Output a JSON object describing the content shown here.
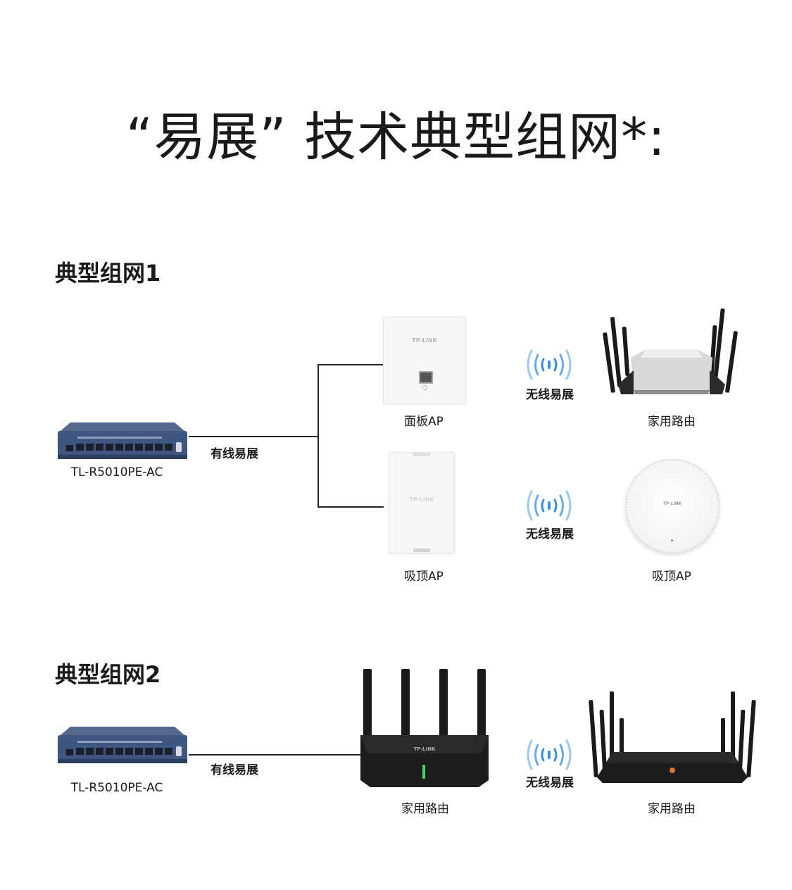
{
  "page": {
    "title": "“易展” 技术典型组网*:"
  },
  "topology1": {
    "heading": "典型组网1",
    "switch_label": "TL-R5010PE-AC",
    "wired_label": "有线易展",
    "brand": "TP-LINK",
    "panel_ap_label": "面板AP",
    "ceiling_ap_label": "吸顶AP",
    "wireless_label_top": "无线易展",
    "wireless_label_bottom": "无线易展",
    "home_router_label": "家用路由",
    "ceiling_ap2_label": "吸顶AP"
  },
  "topology2": {
    "heading": "典型组网2",
    "switch_label": "TL-R5010PE-AC",
    "wired_label": "有线易展",
    "brand": "TP-LINK",
    "router_label": "家用路由",
    "wireless_label": "无线易展",
    "router2_label": "家用路由"
  },
  "colors": {
    "switch_blue": "#3f5680",
    "signal_blue": "#3a8fd9",
    "router_dark": "#1c1c1e",
    "led_green": "#3dd66b"
  },
  "icons": [
    "wifi-signal-icon",
    "rj45-port-icon"
  ]
}
